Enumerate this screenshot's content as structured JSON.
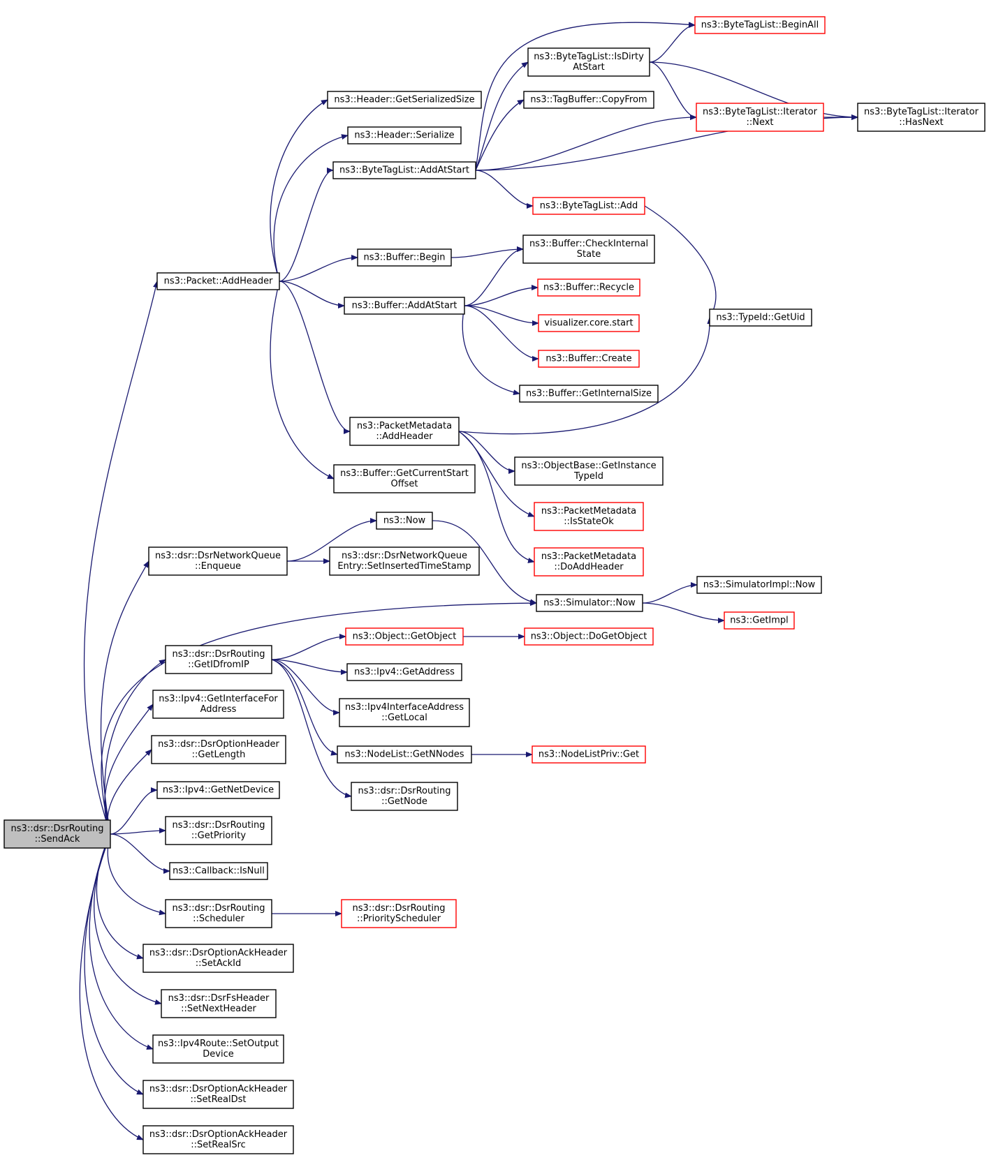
{
  "colors": {
    "edge": "#191970",
    "node_border": "#000000",
    "node_border_unexpanded": "#ff0000",
    "root_fill": "#bfbfbf"
  },
  "nodes": [
    {
      "id": "sendack",
      "lines": [
        "ns3::dsr::DsrRouting",
        "::SendAck"
      ],
      "style": "root"
    },
    {
      "id": "packet_addheader",
      "lines": [
        "ns3::Packet::AddHeader"
      ]
    },
    {
      "id": "dnq_enqueue",
      "lines": [
        "ns3::dsr::DsrNetworkQueue",
        "::Enqueue"
      ]
    },
    {
      "id": "dsr_getidfromip",
      "lines": [
        "ns3::dsr::DsrRouting",
        "::GetIDfromIP"
      ]
    },
    {
      "id": "ipv4_getinterfacefor",
      "lines": [
        "ns3::Ipv4::GetInterfaceFor",
        "Address"
      ]
    },
    {
      "id": "doh_getlength",
      "lines": [
        "ns3::dsr::DsrOptionHeader",
        "::GetLength"
      ]
    },
    {
      "id": "ipv4_getnetdevice",
      "lines": [
        "ns3::Ipv4::GetNetDevice"
      ]
    },
    {
      "id": "dsr_getpriority",
      "lines": [
        "ns3::dsr::DsrRouting",
        "::GetPriority"
      ]
    },
    {
      "id": "callback_isnull",
      "lines": [
        "ns3::Callback::IsNull"
      ]
    },
    {
      "id": "dsr_scheduler",
      "lines": [
        "ns3::dsr::DsrRouting",
        "::Scheduler"
      ]
    },
    {
      "id": "doah_setackid",
      "lines": [
        "ns3::dsr::DsrOptionAckHeader",
        "::SetAckId"
      ]
    },
    {
      "id": "dfh_setnextheader",
      "lines": [
        "ns3::dsr::DsrFsHeader",
        "::SetNextHeader"
      ]
    },
    {
      "id": "ipv4route_setoutput",
      "lines": [
        "ns3::Ipv4Route::SetOutput",
        "Device"
      ]
    },
    {
      "id": "doah_setrealdst",
      "lines": [
        "ns3::dsr::DsrOptionAckHeader",
        "::SetRealDst"
      ]
    },
    {
      "id": "doah_setrealsrc",
      "lines": [
        "ns3::dsr::DsrOptionAckHeader",
        "::SetRealSrc"
      ]
    },
    {
      "id": "simulator_now",
      "lines": [
        "ns3::Simulator::Now"
      ]
    },
    {
      "id": "header_getserializedsize",
      "lines": [
        "ns3::Header::GetSerializedSize"
      ]
    },
    {
      "id": "header_serialize",
      "lines": [
        "ns3::Header::Serialize"
      ]
    },
    {
      "id": "btl_addatstart",
      "lines": [
        "ns3::ByteTagList::AddAtStart"
      ]
    },
    {
      "id": "buffer_begin",
      "lines": [
        "ns3::Buffer::Begin"
      ]
    },
    {
      "id": "buffer_addatstart",
      "lines": [
        "ns3::Buffer::AddAtStart"
      ]
    },
    {
      "id": "pm_addheader",
      "lines": [
        "ns3::PacketMetadata",
        "::AddHeader"
      ]
    },
    {
      "id": "buffer_getcurrentstart",
      "lines": [
        "ns3::Buffer::GetCurrentStart",
        "Offset"
      ]
    },
    {
      "id": "now",
      "lines": [
        "ns3::Now"
      ]
    },
    {
      "id": "dnqe_setinserted",
      "lines": [
        "ns3::dsr::DsrNetworkQueue",
        "Entry::SetInsertedTimeStamp"
      ]
    },
    {
      "id": "object_getobject",
      "lines": [
        "ns3::Object::GetObject"
      ],
      "style": "red"
    },
    {
      "id": "ipv4_getaddress",
      "lines": [
        "ns3::Ipv4::GetAddress"
      ]
    },
    {
      "id": "ipv4ia_getlocal",
      "lines": [
        "ns3::Ipv4InterfaceAddress",
        "::GetLocal"
      ]
    },
    {
      "id": "nodelist_getnnodes",
      "lines": [
        "ns3::NodeList::GetNNodes"
      ]
    },
    {
      "id": "dsr_getnode",
      "lines": [
        "ns3::dsr::DsrRouting",
        "::GetNode"
      ]
    },
    {
      "id": "dsr_priorityscheduler",
      "lines": [
        "ns3::dsr::DsrRouting",
        "::PriorityScheduler"
      ],
      "style": "red"
    },
    {
      "id": "btl_isdirty",
      "lines": [
        "ns3::ByteTagList::IsDirty",
        "AtStart"
      ]
    },
    {
      "id": "tagbuffer_copyfrom",
      "lines": [
        "ns3::TagBuffer::CopyFrom"
      ]
    },
    {
      "id": "btl_add",
      "lines": [
        "ns3::ByteTagList::Add"
      ],
      "style": "red"
    },
    {
      "id": "buffer_checkinternal",
      "lines": [
        "ns3::Buffer::CheckInternal",
        "State"
      ]
    },
    {
      "id": "buffer_recycle",
      "lines": [
        "ns3::Buffer::Recycle"
      ],
      "style": "red"
    },
    {
      "id": "visualizer_core_start",
      "lines": [
        "visualizer.core.start"
      ],
      "style": "red"
    },
    {
      "id": "buffer_create",
      "lines": [
        "ns3::Buffer::Create"
      ],
      "style": "red"
    },
    {
      "id": "buffer_getinternalsize",
      "lines": [
        "ns3::Buffer::GetInternalSize"
      ]
    },
    {
      "id": "objectbase_getinstance",
      "lines": [
        "ns3::ObjectBase::GetInstance",
        "TypeId"
      ]
    },
    {
      "id": "pm_isstateok",
      "lines": [
        "ns3::PacketMetadata",
        "::IsStateOk"
      ],
      "style": "red"
    },
    {
      "id": "pm_doaddheader",
      "lines": [
        "ns3::PacketMetadata",
        "::DoAddHeader"
      ],
      "style": "red"
    },
    {
      "id": "object_dogetobject",
      "lines": [
        "ns3::Object::DoGetObject"
      ],
      "style": "red"
    },
    {
      "id": "nodelistpriv_get",
      "lines": [
        "ns3::NodeListPriv::Get"
      ],
      "style": "red"
    },
    {
      "id": "btl_beginall",
      "lines": [
        "ns3::ByteTagList::BeginAll"
      ],
      "style": "red"
    },
    {
      "id": "btli_next",
      "lines": [
        "ns3::ByteTagList::Iterator",
        "::Next"
      ],
      "style": "red"
    },
    {
      "id": "btli_hasnext",
      "lines": [
        "ns3::ByteTagList::Iterator",
        "::HasNext"
      ]
    },
    {
      "id": "typeid_getuid",
      "lines": [
        "ns3::TypeId::GetUid"
      ]
    },
    {
      "id": "simulatorimpl_now",
      "lines": [
        "ns3::SimulatorImpl::Now"
      ]
    },
    {
      "id": "getimpl",
      "lines": [
        "ns3::GetImpl"
      ],
      "style": "red"
    }
  ],
  "edges": [
    [
      "sendack",
      "packet_addheader"
    ],
    [
      "sendack",
      "dnq_enqueue"
    ],
    [
      "sendack",
      "simulator_now"
    ],
    [
      "sendack",
      "dsr_getidfromip"
    ],
    [
      "sendack",
      "ipv4_getinterfacefor"
    ],
    [
      "sendack",
      "doh_getlength"
    ],
    [
      "sendack",
      "ipv4_getnetdevice"
    ],
    [
      "sendack",
      "dsr_getpriority"
    ],
    [
      "sendack",
      "callback_isnull"
    ],
    [
      "sendack",
      "dsr_scheduler"
    ],
    [
      "sendack",
      "doah_setackid"
    ],
    [
      "sendack",
      "dfh_setnextheader"
    ],
    [
      "sendack",
      "ipv4route_setoutput"
    ],
    [
      "sendack",
      "doah_setrealdst"
    ],
    [
      "sendack",
      "doah_setrealsrc"
    ],
    [
      "packet_addheader",
      "header_getserializedsize"
    ],
    [
      "packet_addheader",
      "header_serialize"
    ],
    [
      "packet_addheader",
      "btl_addatstart"
    ],
    [
      "packet_addheader",
      "buffer_begin"
    ],
    [
      "packet_addheader",
      "buffer_addatstart"
    ],
    [
      "packet_addheader",
      "pm_addheader"
    ],
    [
      "packet_addheader",
      "buffer_getcurrentstart"
    ],
    [
      "btl_addatstart",
      "btl_beginall"
    ],
    [
      "btl_addatstart",
      "btl_isdirty"
    ],
    [
      "btl_addatstart",
      "tagbuffer_copyfrom"
    ],
    [
      "btl_addatstart",
      "btli_next"
    ],
    [
      "btl_addatstart",
      "btli_hasnext"
    ],
    [
      "btl_addatstart",
      "btl_add"
    ],
    [
      "btl_isdirty",
      "btl_beginall"
    ],
    [
      "btl_isdirty",
      "btli_next"
    ],
    [
      "btl_isdirty",
      "btli_hasnext"
    ],
    [
      "btli_next",
      "btli_hasnext"
    ],
    [
      "btl_add",
      "typeid_getuid"
    ],
    [
      "buffer_begin",
      "buffer_checkinternal"
    ],
    [
      "buffer_addatstart",
      "buffer_checkinternal"
    ],
    [
      "buffer_addatstart",
      "buffer_recycle"
    ],
    [
      "buffer_addatstart",
      "visualizer_core_start"
    ],
    [
      "buffer_addatstart",
      "buffer_create"
    ],
    [
      "buffer_addatstart",
      "buffer_getinternalsize"
    ],
    [
      "pm_addheader",
      "typeid_getuid"
    ],
    [
      "pm_addheader",
      "objectbase_getinstance"
    ],
    [
      "pm_addheader",
      "pm_isstateok"
    ],
    [
      "pm_addheader",
      "pm_doaddheader"
    ],
    [
      "dnq_enqueue",
      "now"
    ],
    [
      "dnq_enqueue",
      "dnqe_setinserted"
    ],
    [
      "now",
      "simulator_now"
    ],
    [
      "simulator_now",
      "simulatorimpl_now"
    ],
    [
      "simulator_now",
      "getimpl"
    ],
    [
      "dsr_getidfromip",
      "object_getobject"
    ],
    [
      "dsr_getidfromip",
      "ipv4_getaddress"
    ],
    [
      "dsr_getidfromip",
      "ipv4ia_getlocal"
    ],
    [
      "dsr_getidfromip",
      "nodelist_getnnodes"
    ],
    [
      "dsr_getidfromip",
      "dsr_getnode"
    ],
    [
      "object_getobject",
      "object_dogetobject"
    ],
    [
      "nodelist_getnnodes",
      "nodelistpriv_get"
    ],
    [
      "dsr_scheduler",
      "dsr_priorityscheduler"
    ]
  ]
}
